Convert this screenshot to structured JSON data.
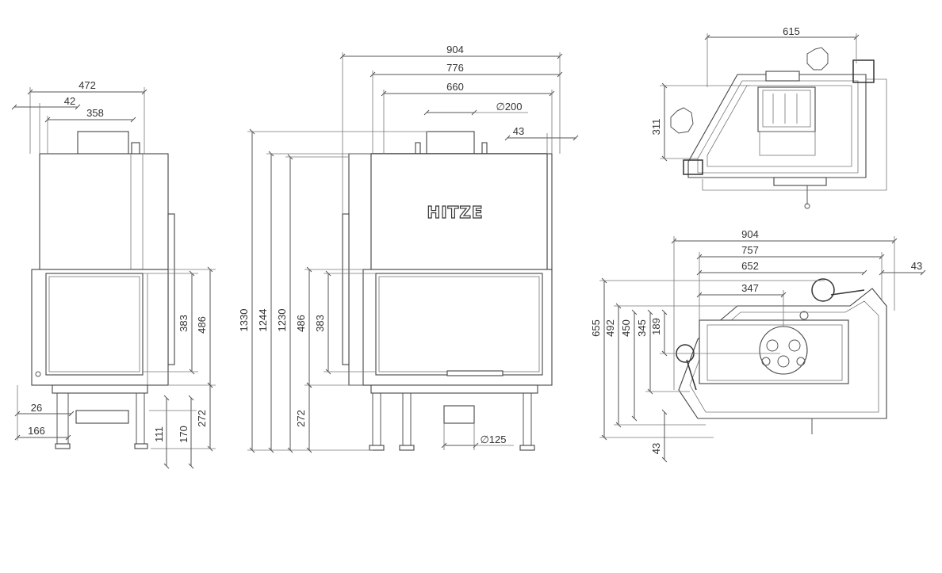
{
  "brand": "HITZE",
  "side_view": {
    "width_total": "472",
    "offset_top": "42",
    "hood_width": "358",
    "glass_height": "383",
    "door_height": "486",
    "base_height": "272",
    "leg_offset": "26",
    "leg_width": "166",
    "leg_h1": "111",
    "leg_h2": "170"
  },
  "front_view": {
    "width_total": "904",
    "width_776": "776",
    "width_660": "660",
    "flue_diameter": "∅200",
    "side_offset": "43",
    "height_total": "1330",
    "height_1244": "1244",
    "height_1230": "1230",
    "door_height": "486",
    "glass_height": "383",
    "base_height": "272",
    "air_inlet": "∅125"
  },
  "top_view": {
    "width_615": "615",
    "depth_311": "311"
  },
  "plan_view": {
    "width_904": "904",
    "width_757": "757",
    "width_652": "652",
    "width_347": "347",
    "offset_43_right": "43",
    "depth_655": "655",
    "depth_492": "492",
    "depth_450": "450",
    "depth_345": "345",
    "depth_189": "189",
    "offset_43_bottom": "43"
  }
}
